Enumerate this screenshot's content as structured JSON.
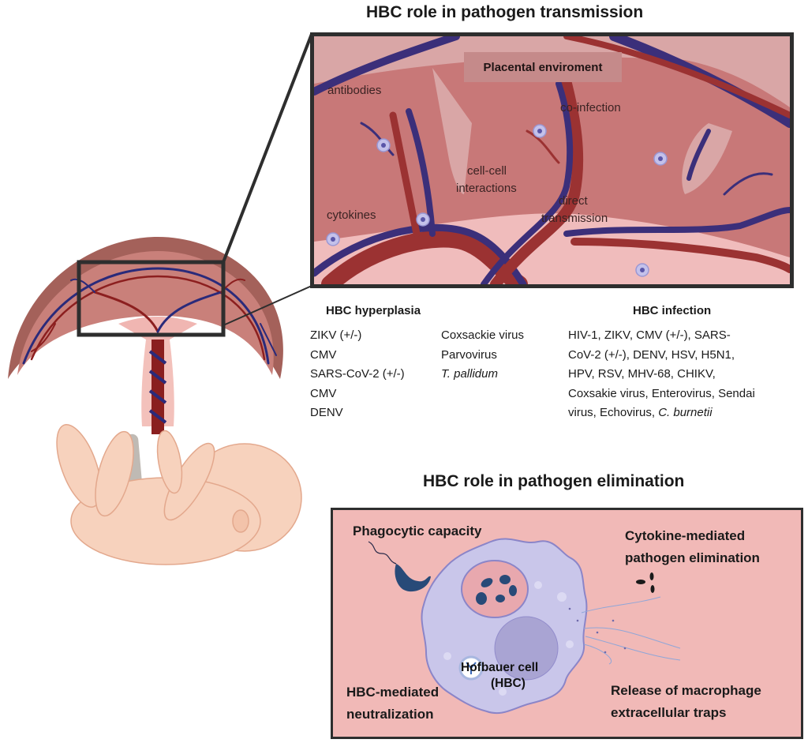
{
  "transmission": {
    "title": "HBC role in pathogen transmission",
    "zoom_panel": {
      "environment_label": "Placental enviroment",
      "labels": {
        "antibodies": "antibodies",
        "co_infection": "co-infection",
        "cell_cell_line1": "cell-cell",
        "cell_cell_line2": "interactions",
        "direct_line1": "direct",
        "direct_line2": "transmission",
        "cytokines": "cytokines"
      }
    },
    "hyperplasia": {
      "heading": "HBC hyperplasia",
      "column1": [
        "ZIKV (+/-)",
        "CMV",
        "SARS-CoV-2 (+/-)",
        "CMV",
        "DENV"
      ],
      "column2": [
        "Coxsackie virus",
        "Parvovirus",
        "T. pallidum"
      ]
    },
    "infection": {
      "heading": "HBC infection",
      "lines": [
        "HIV-1, ZIKV, CMV (+/-), SARS-",
        "CoV-2 (+/-), DENV, HSV, H5N1,",
        "HPV, RSV, MHV-68, CHIKV,",
        "Coxsakie virus, Enterovirus, Sendai"
      ],
      "last_line_plain": "virus, Echovirus, ",
      "last_line_italic": "C. burnetii"
    }
  },
  "elimination": {
    "title": "HBC role in pathogen elimination",
    "phagocytic": "Phagocytic capacity",
    "cytokine_line1": "Cytokine-mediated",
    "cytokine_line2": "pathogen elimination",
    "neutralization_line1": "HBC-mediated",
    "neutralization_line2": "neutralization",
    "traps_line1": "Release of macrophage",
    "traps_line2": "extracellular traps",
    "cell_line1": "Hofbauer cell",
    "cell_line2": "(HBC)"
  },
  "colors": {
    "artery": "#9b3232",
    "vein": "#3b2f7a",
    "villus_bg": "#c87878",
    "elim_bg": "#f1b9b7",
    "cell_fill": "#c9c6ea",
    "frame": "#2e2e2e"
  }
}
